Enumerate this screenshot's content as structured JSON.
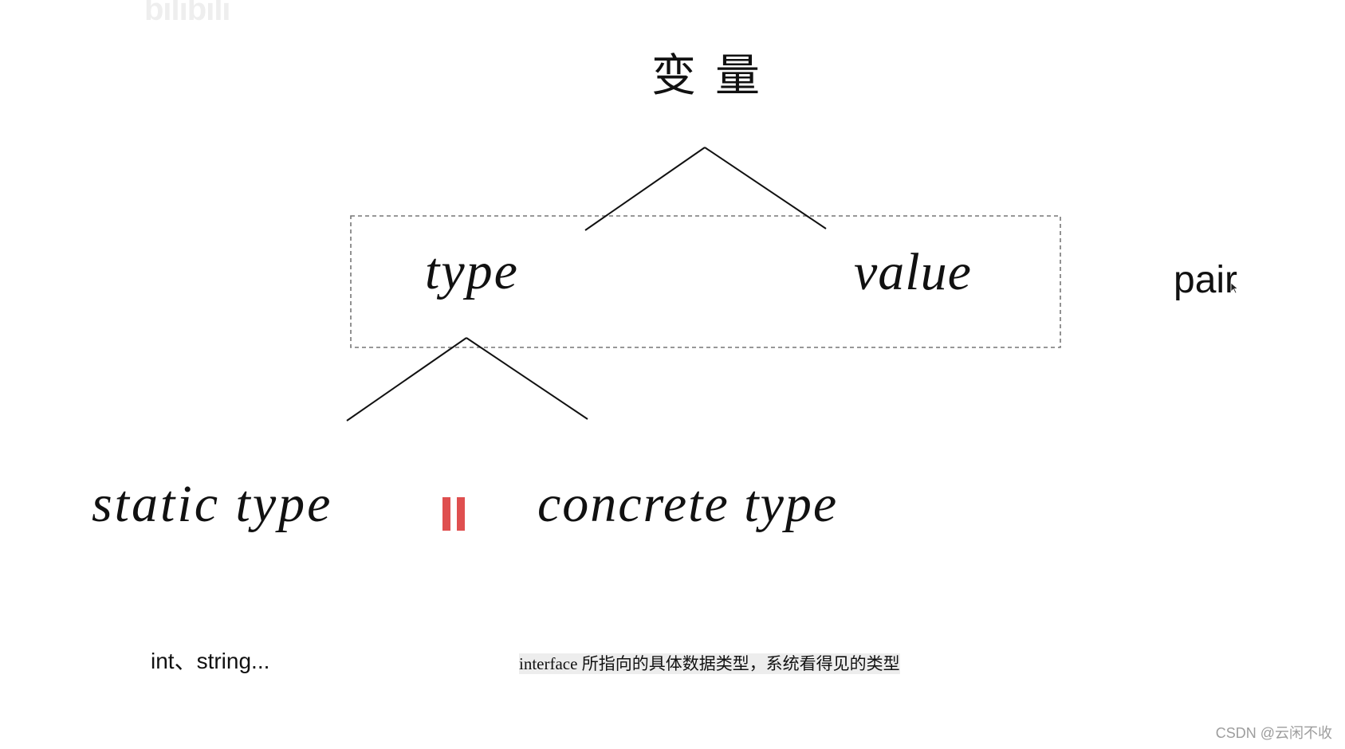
{
  "watermark": "bilibili",
  "title": "变量",
  "top_level": {
    "left": "type",
    "right": "value"
  },
  "side_note": "pair",
  "type_children": {
    "left": "static type",
    "right": "concrete type"
  },
  "captions": {
    "static": "int、string...",
    "concrete": "interface 所指向的具体数据类型，系统看得见的类型"
  },
  "credit": "CSDN @云闲不收",
  "icons": {
    "pointer": "cursor-icon"
  },
  "colors": {
    "background": "#ffffff",
    "ink": "#111111",
    "separator": "#df4f4f",
    "caption_highlight": "#ededed",
    "credit": "#9d9d9d",
    "watermark": "#eeeeee",
    "dashed_box": "#777777"
  }
}
